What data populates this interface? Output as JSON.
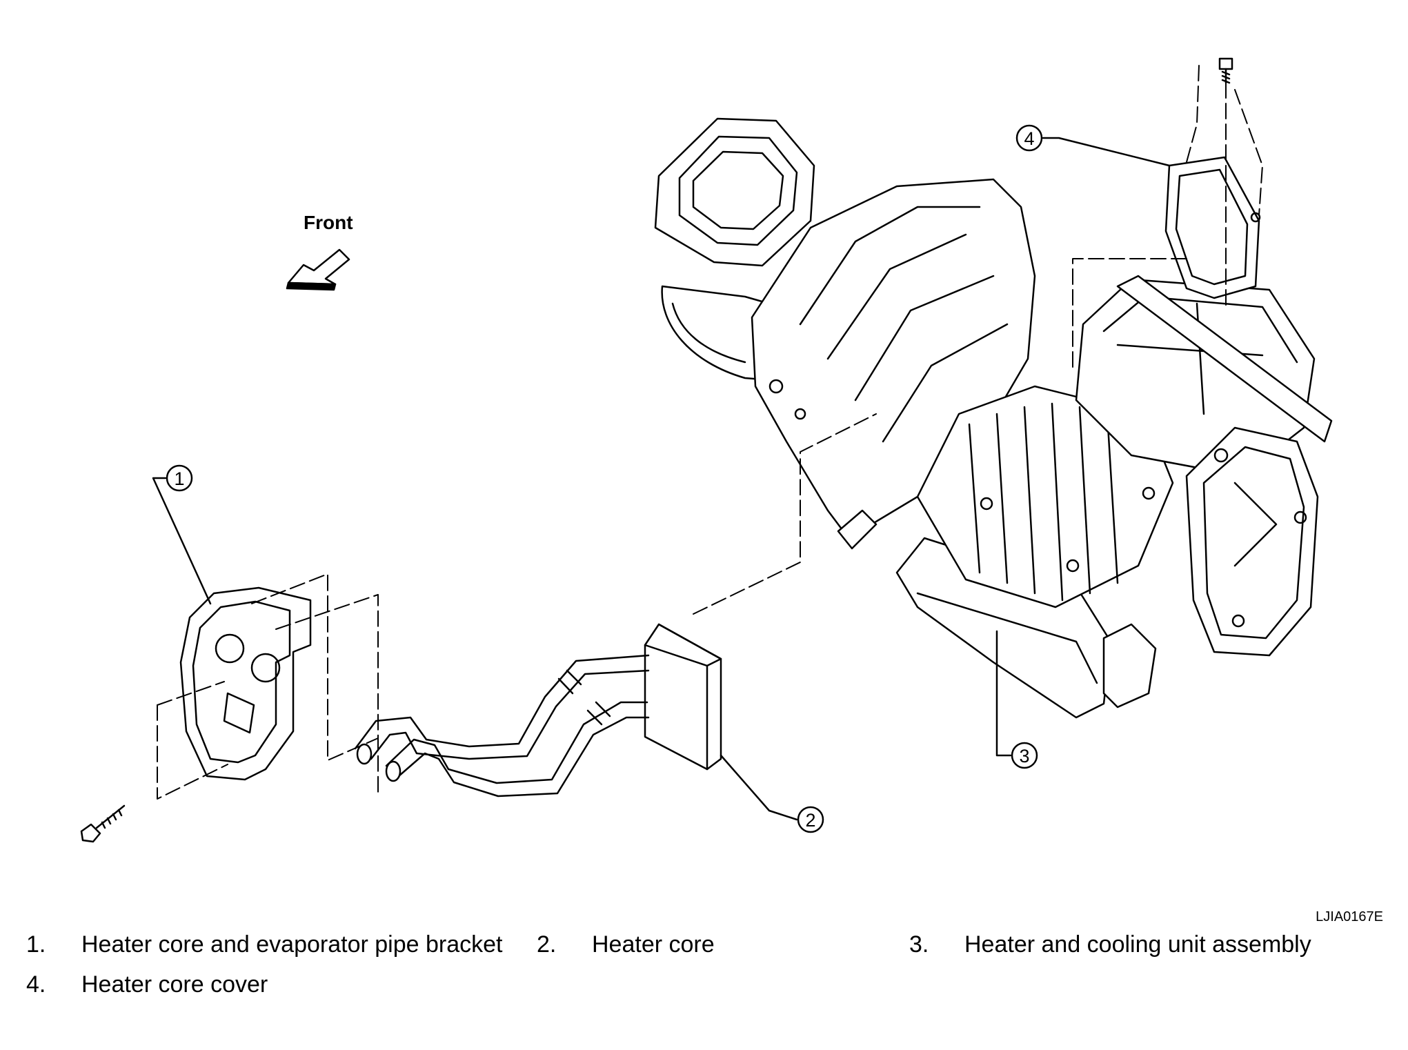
{
  "figure_id": "LJIA0167E",
  "direction_label": "Front",
  "callouts": [
    "1",
    "2",
    "3",
    "4"
  ],
  "legend": [
    {
      "num": "1.",
      "label": "Heater core and evaporator pipe bracket"
    },
    {
      "num": "2.",
      "label": "Heater core"
    },
    {
      "num": "3.",
      "label": "Heater and cooling unit assembly"
    },
    {
      "num": "4.",
      "label": "Heater core cover"
    }
  ]
}
